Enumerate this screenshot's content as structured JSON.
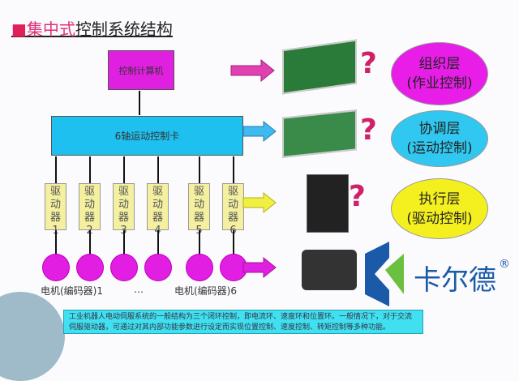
{
  "title": {
    "prefix": "集中式",
    "rest": "控制系统结构",
    "bullet": "■"
  },
  "computer": "控制计算机",
  "control_card": "6轴运动控制卡",
  "drivers": [
    {
      "text": "驱动器",
      "num": "1"
    },
    {
      "text": "驱动器",
      "num": "2"
    },
    {
      "text": "驱动器",
      "num": "3"
    },
    {
      "text": "驱动器",
      "num": "4"
    },
    {
      "text": "驱动器",
      "num": "5"
    },
    {
      "text": "驱动器",
      "num": "6"
    }
  ],
  "motor_labels": {
    "first": "电机(编码器)1",
    "ellipsis": "…",
    "last": "电机(编码器)6"
  },
  "question_mark": "?",
  "layers": [
    {
      "name": "组织层",
      "desc": "(作业控制)",
      "color": "#e81ee8"
    },
    {
      "name": "协调层",
      "desc": "(运动控制)",
      "color": "#30c8f0"
    },
    {
      "name": "执行层",
      "desc": "(驱动控制)",
      "color": "#f4f020"
    }
  ],
  "note": "工业机器人电动伺服系统的一般结构为三个闭环控制，即电流环、速度环和位置环。一般情况下，对于交流伺服驱动器，可通过对其内部功能参数进行设定而实现位置控制、速度控制、转矩控制等多种功能。",
  "logo": {
    "text": "卡尔德",
    "mark": "®"
  }
}
